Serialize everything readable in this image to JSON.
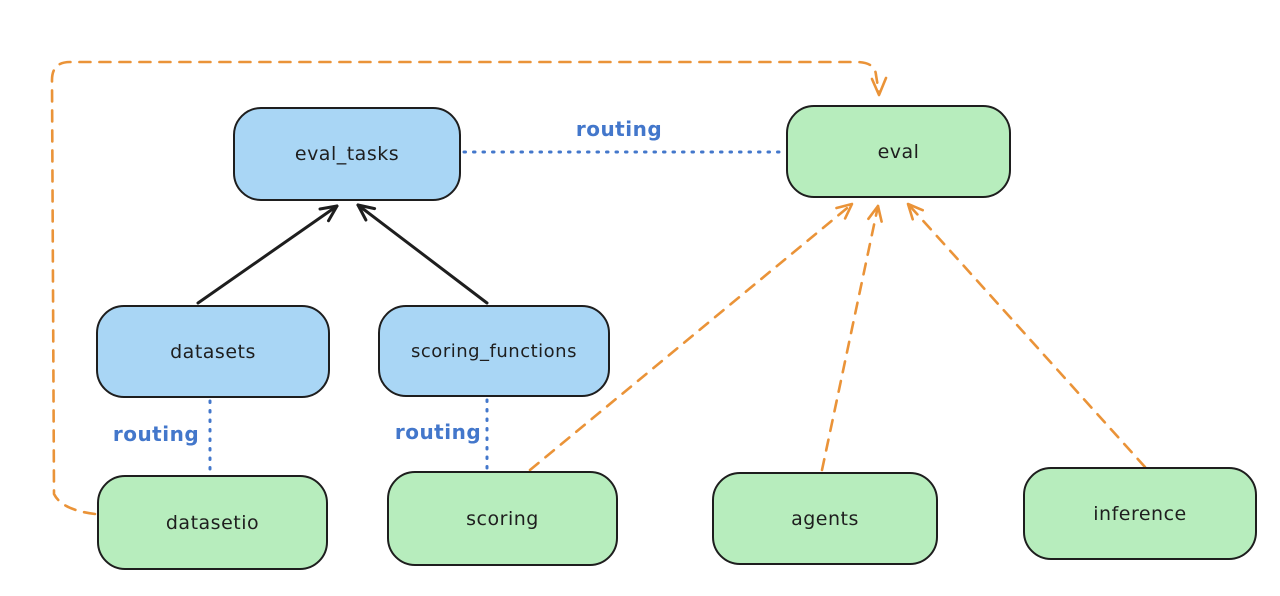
{
  "diagram": {
    "nodes": {
      "eval_tasks": {
        "label": "eval_tasks",
        "fill": "#a9d6f5"
      },
      "datasets": {
        "label": "datasets",
        "fill": "#a9d6f5"
      },
      "scoring_functions": {
        "label": "scoring_functions",
        "fill": "#a9d6f5"
      },
      "eval": {
        "label": "eval",
        "fill": "#b7edbd"
      },
      "datasetio": {
        "label": "datasetio",
        "fill": "#b7edbd"
      },
      "scoring": {
        "label": "scoring",
        "fill": "#b7edbd"
      },
      "agents": {
        "label": "agents",
        "fill": "#b7edbd"
      },
      "inference": {
        "label": "inference",
        "fill": "#b7edbd"
      }
    },
    "edges": [
      {
        "from": "datasets",
        "to": "eval_tasks",
        "style": "solid-arrow",
        "color": "#1e1e1e",
        "label": ""
      },
      {
        "from": "scoring_functions",
        "to": "eval_tasks",
        "style": "solid-arrow",
        "color": "#1e1e1e",
        "label": ""
      },
      {
        "from": "eval_tasks",
        "to": "eval",
        "style": "dotted",
        "color": "#4377cb",
        "label": "routing"
      },
      {
        "from": "datasets",
        "to": "datasetio",
        "style": "dotted",
        "color": "#4377cb",
        "label": "routing"
      },
      {
        "from": "scoring_functions",
        "to": "scoring",
        "style": "dotted",
        "color": "#4377cb",
        "label": "routing"
      },
      {
        "from": "datasetio",
        "to": "eval",
        "style": "dashed-arrow",
        "color": "#ea9338",
        "label": ""
      },
      {
        "from": "scoring",
        "to": "eval",
        "style": "dashed-arrow",
        "color": "#ea9338",
        "label": ""
      },
      {
        "from": "agents",
        "to": "eval",
        "style": "dashed-arrow",
        "color": "#ea9338",
        "label": ""
      },
      {
        "from": "inference",
        "to": "eval",
        "style": "dashed-arrow",
        "color": "#ea9338",
        "label": ""
      }
    ],
    "colors": {
      "resource_fill": "#a9d6f5",
      "provider_fill": "#b7edbd",
      "stroke": "#1e1e1e",
      "routing": "#4377cb",
      "provider_link": "#ea9338",
      "background": "#ffffff"
    }
  }
}
